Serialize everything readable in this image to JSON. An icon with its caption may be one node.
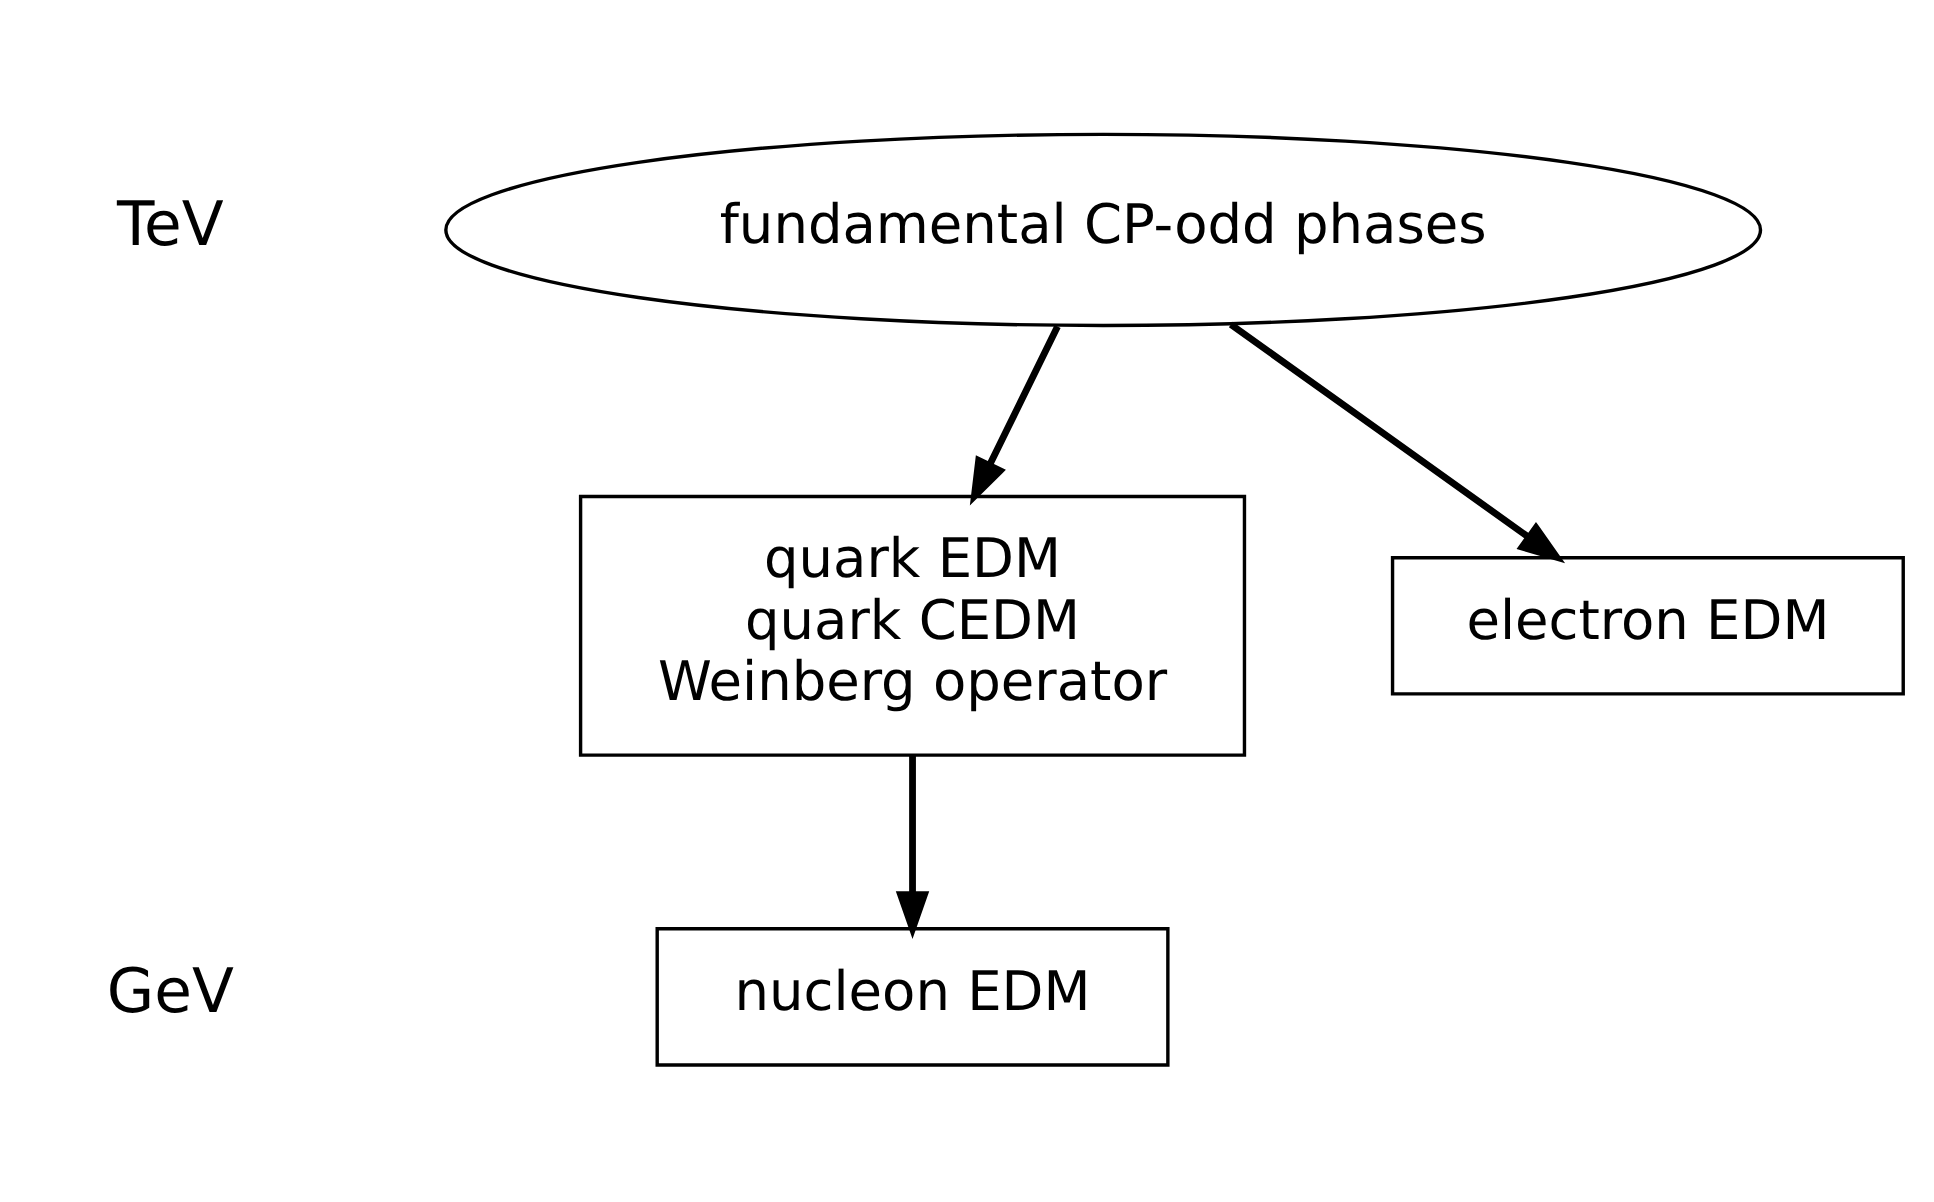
{
  "diagram": {
    "nodes": [
      {
        "text": [
          "fundamental CP-odd phases"
        ]
      },
      {
        "text": [
          "electron EDM"
        ]
      },
      {
        "text": [
          "quark EDM",
          "quark CEDM",
          "Weinberg operator"
        ]
      },
      {
        "text": [
          "nucleon EDM"
        ]
      }
    ],
    "edges": [
      {
        "from": 0,
        "to": 1,
        "arrow": "to"
      },
      {
        "from": 0,
        "to": 2,
        "arrow": "to"
      },
      {
        "from": 2,
        "to": 3,
        "arrow": "to"
      }
    ],
    "labels": [
      "TeV",
      "GeV"
    ]
  }
}
